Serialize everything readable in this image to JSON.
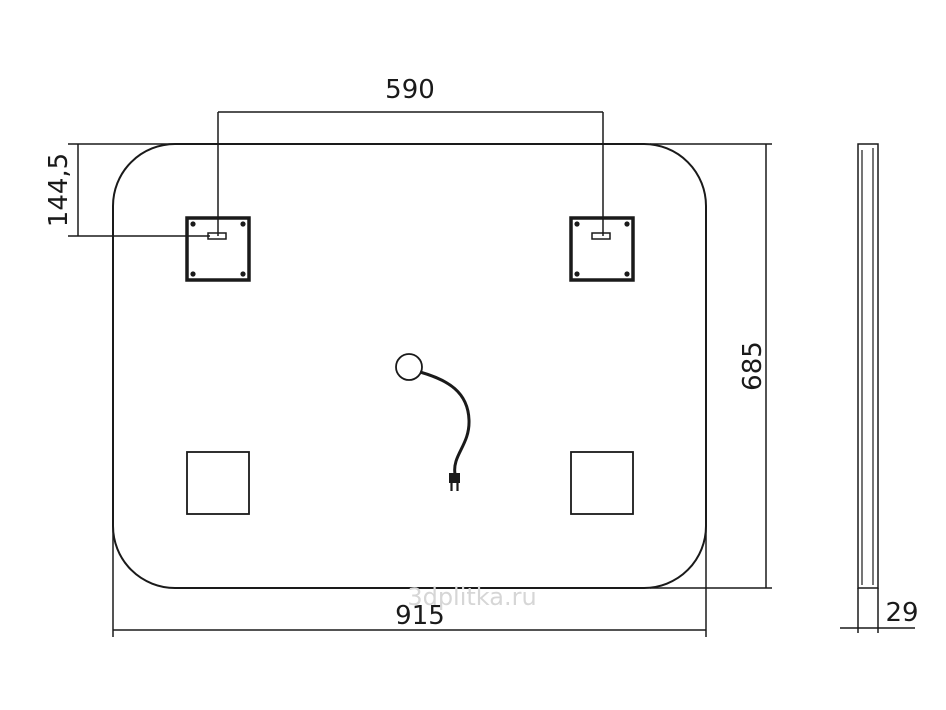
{
  "dimensions": {
    "bracket_spacing": "590",
    "top_offset": "144,5",
    "height": "685",
    "width": "915",
    "depth": "29"
  },
  "watermark": "3dplitka.ru",
  "colors": {
    "line": "#1a1a1a",
    "watermark": "#d6d6d6",
    "background": "#ffffff"
  }
}
